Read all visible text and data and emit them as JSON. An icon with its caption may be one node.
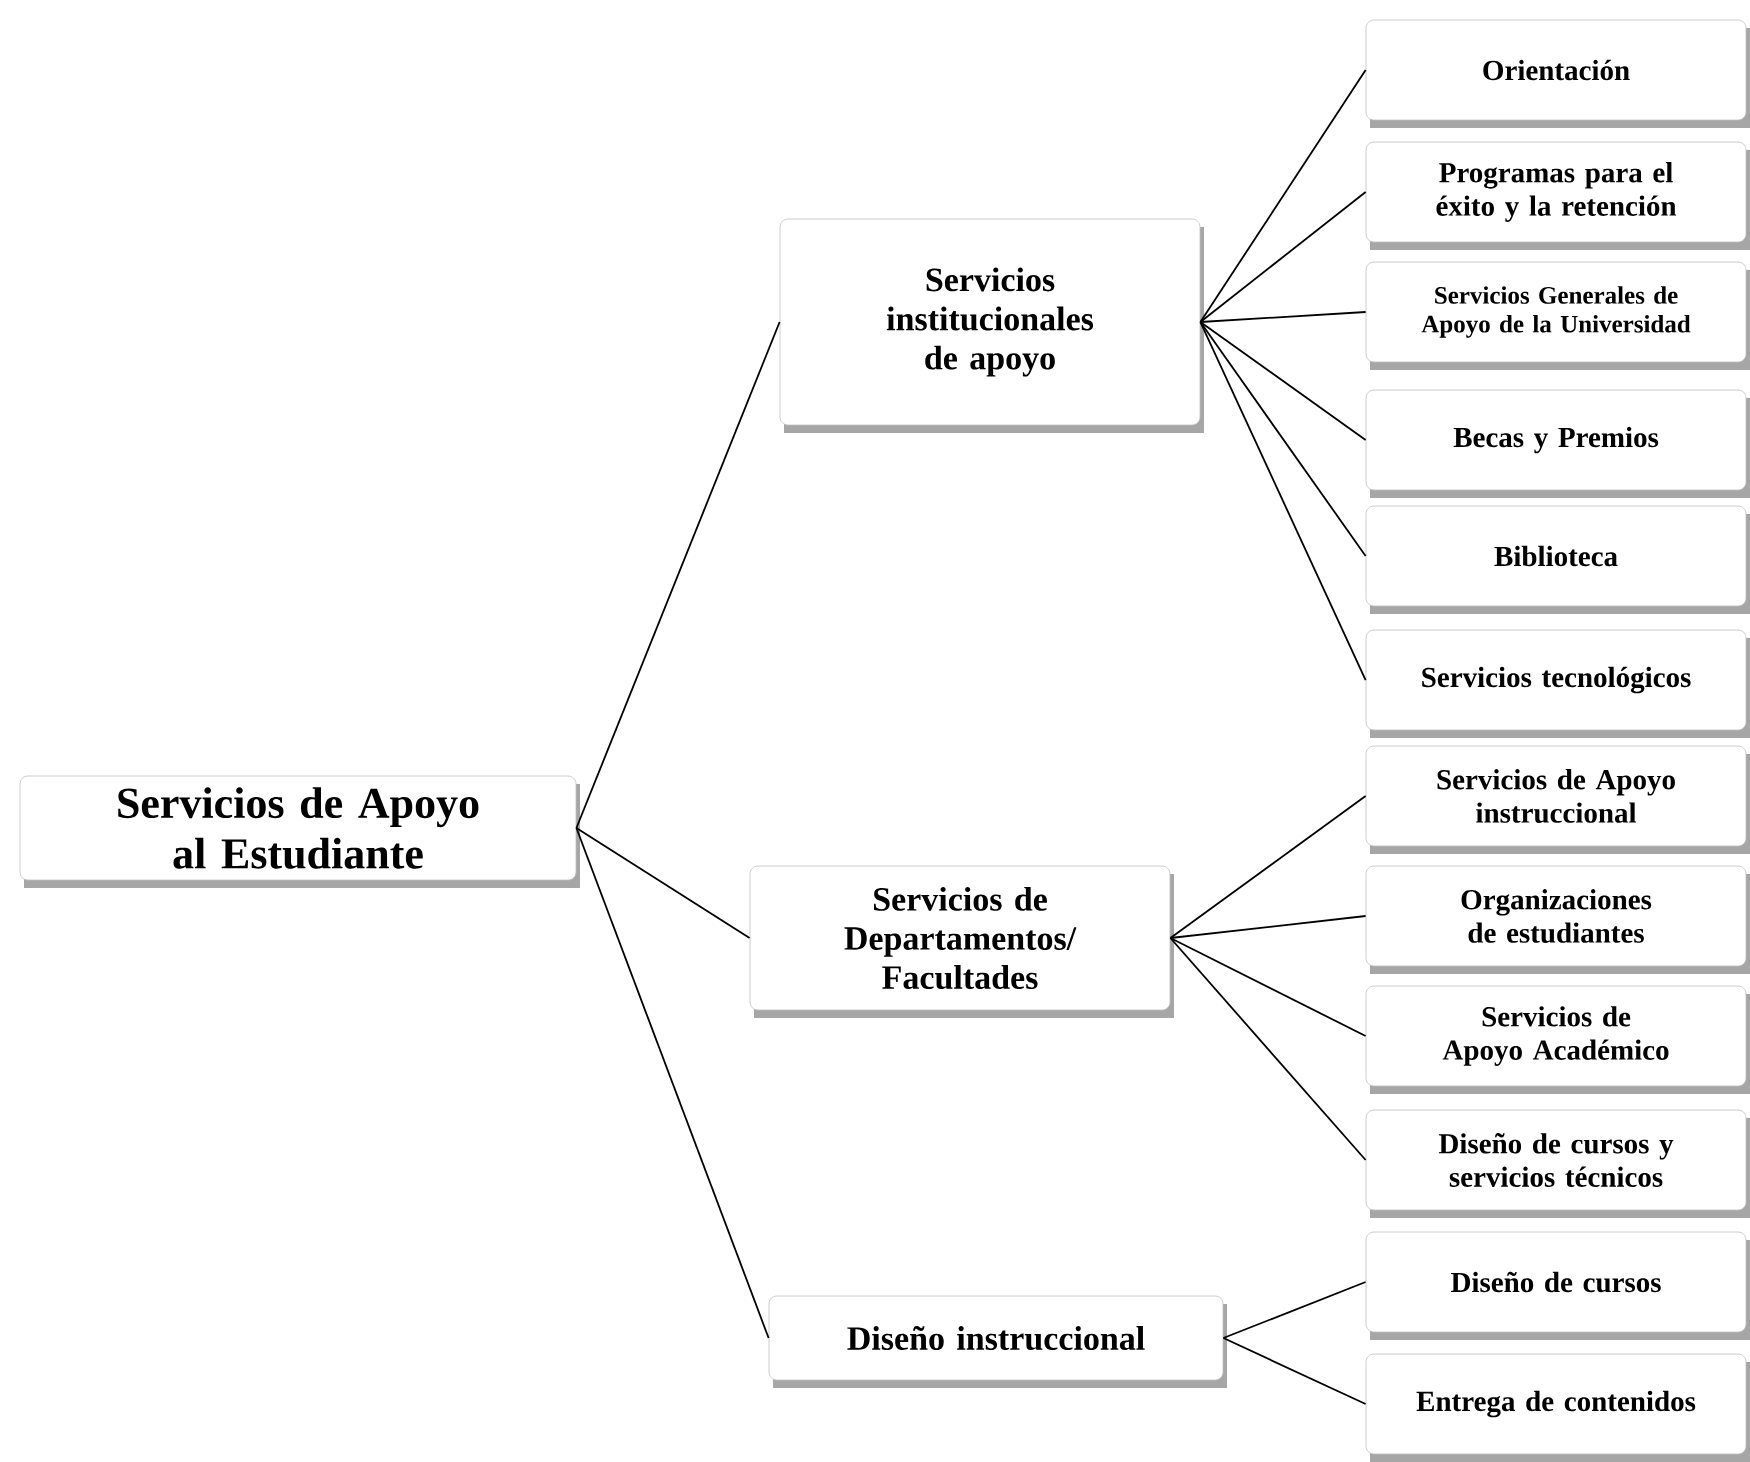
{
  "diagram": {
    "nodes": [
      {
        "text": [
          "Servicios de Apoyo al Estudiante"
        ]
      },
      {
        "text": [
          "Servicios institucionales de apoyo"
        ]
      },
      {
        "text": [
          "Servicios de Departamentos/ Facultades"
        ]
      },
      {
        "text": [
          "Diseño instruccional"
        ]
      },
      {
        "text": [
          "Orientación"
        ]
      },
      {
        "text": [
          "Programas para el éxito y la retención"
        ]
      },
      {
        "text": [
          "Servicios Generales de Apoyo de la Universidad"
        ]
      },
      {
        "text": [
          "Becas y Premios"
        ]
      },
      {
        "text": [
          "Biblioteca"
        ]
      },
      {
        "text": [
          "Servicios tecnológicos"
        ]
      },
      {
        "text": [
          "Servicios de Apoyo instruccional"
        ]
      },
      {
        "text": [
          "Organizaciones de estudiantes"
        ]
      },
      {
        "text": [
          "Servicios de Apoyo Académico"
        ]
      },
      {
        "text": [
          "Diseño de cursos y servicios técnicos"
        ]
      },
      {
        "text": [
          "Diseño de cursos"
        ]
      },
      {
        "text": [
          "Entrega de contenidos"
        ]
      }
    ],
    "edges": [
      {
        "from": 0,
        "to": 1,
        "arrow": "none"
      },
      {
        "from": 0,
        "to": 2,
        "arrow": "none"
      },
      {
        "from": 0,
        "to": 3,
        "arrow": "none"
      },
      {
        "from": 1,
        "to": 4,
        "arrow": "none"
      },
      {
        "from": 1,
        "to": 5,
        "arrow": "none"
      },
      {
        "from": 1,
        "to": 6,
        "arrow": "none"
      },
      {
        "from": 1,
        "to": 7,
        "arrow": "none"
      },
      {
        "from": 1,
        "to": 8,
        "arrow": "none"
      },
      {
        "from": 1,
        "to": 9,
        "arrow": "none"
      },
      {
        "from": 2,
        "to": 10,
        "arrow": "none"
      },
      {
        "from": 2,
        "to": 11,
        "arrow": "none"
      },
      {
        "from": 2,
        "to": 12,
        "arrow": "none"
      },
      {
        "from": 2,
        "to": 13,
        "arrow": "none"
      },
      {
        "from": 3,
        "to": 14,
        "arrow": "none"
      },
      {
        "from": 3,
        "to": 15,
        "arrow": "none"
      }
    ]
  }
}
